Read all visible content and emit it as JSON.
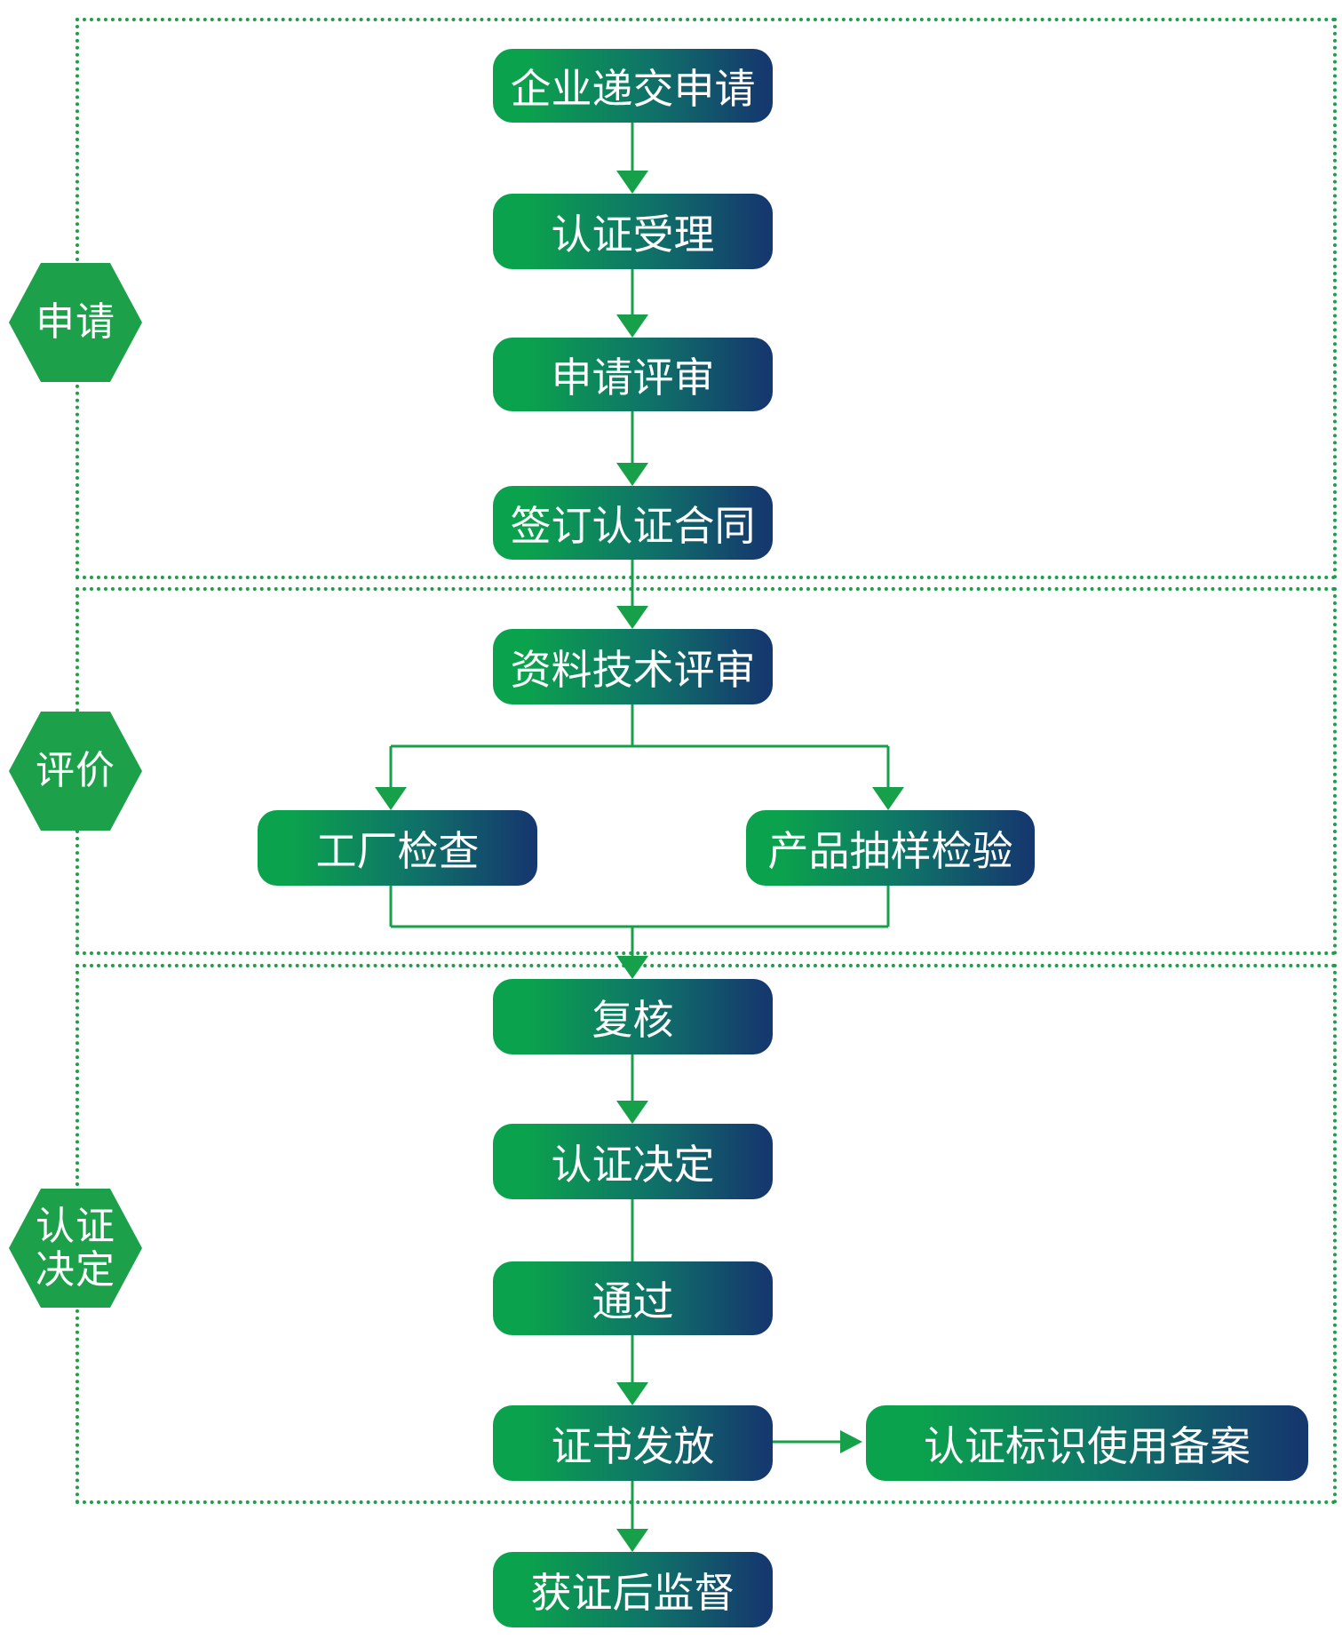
{
  "colors": {
    "box_green": "#0ba24d",
    "box_teal": "#0f7468",
    "box_navy": "#15396e",
    "hex_green": "#1ca04a",
    "arrow_green": "#16a04a",
    "dot_green": "#1f9d4a",
    "text_white": "#ffffff"
  },
  "sections": [
    {
      "id": "apply",
      "label": "申请"
    },
    {
      "id": "evaluate",
      "label": "评价"
    },
    {
      "id": "decide",
      "label": "认证\n决定"
    }
  ],
  "steps": {
    "submit": "企业递交申请",
    "accept": "认证受理",
    "review": "申请评审",
    "contract": "签订认证合同",
    "tech_review": "资料技术评审",
    "factory_inspection": "工厂检查",
    "product_sampling": "产品抽样检验",
    "recheck": "复核",
    "decision": "认证决定",
    "pass": "通过",
    "certificate_issue": "证书发放",
    "mark_filing": "认证标识使用备案",
    "post_supervision": "获证后监督"
  }
}
